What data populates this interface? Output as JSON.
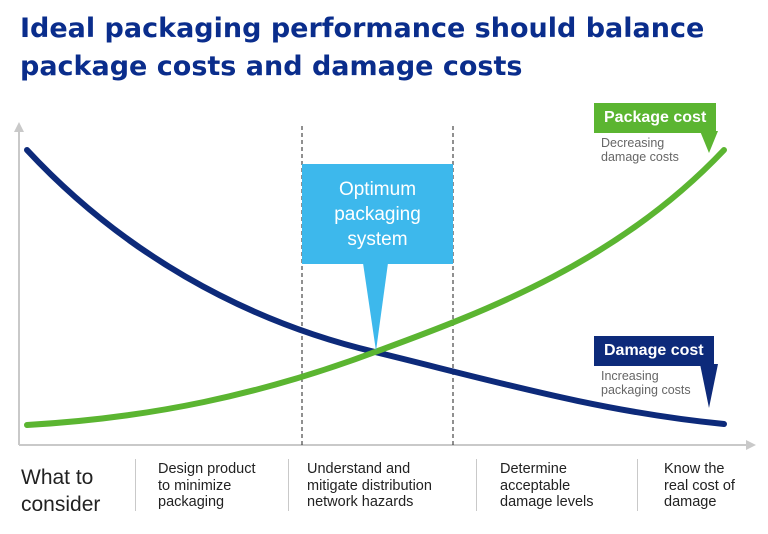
{
  "title": {
    "line1": "Ideal packaging performance should balance",
    "line2": "package costs and damage costs"
  },
  "colors": {
    "title": "#0a2d8c",
    "package_cost": "#5bb531",
    "damage_cost": "#0d2a7a",
    "optimum": "#3db8ec",
    "axis": "#c9c9c9"
  },
  "optimum_box": {
    "line1": "Optimum",
    "line2": "packaging",
    "line3": "system"
  },
  "package_cost": {
    "label": "Package cost",
    "note_line1": "Decreasing",
    "note_line2": "damage costs"
  },
  "damage_cost": {
    "label": "Damage cost",
    "note_line1": "Increasing",
    "note_line2": "packaging costs"
  },
  "consider": {
    "label_line1": "What to",
    "label_line2": "consider",
    "columns": [
      {
        "lines": [
          "Design product",
          "to minimize",
          "packaging"
        ]
      },
      {
        "lines": [
          "Understand and",
          "mitigate distribution",
          "network hazards"
        ]
      },
      {
        "lines": [
          "Determine",
          "acceptable",
          "damage levels"
        ]
      },
      {
        "lines": [
          "Know the",
          "real cost of",
          "damage"
        ]
      }
    ]
  }
}
